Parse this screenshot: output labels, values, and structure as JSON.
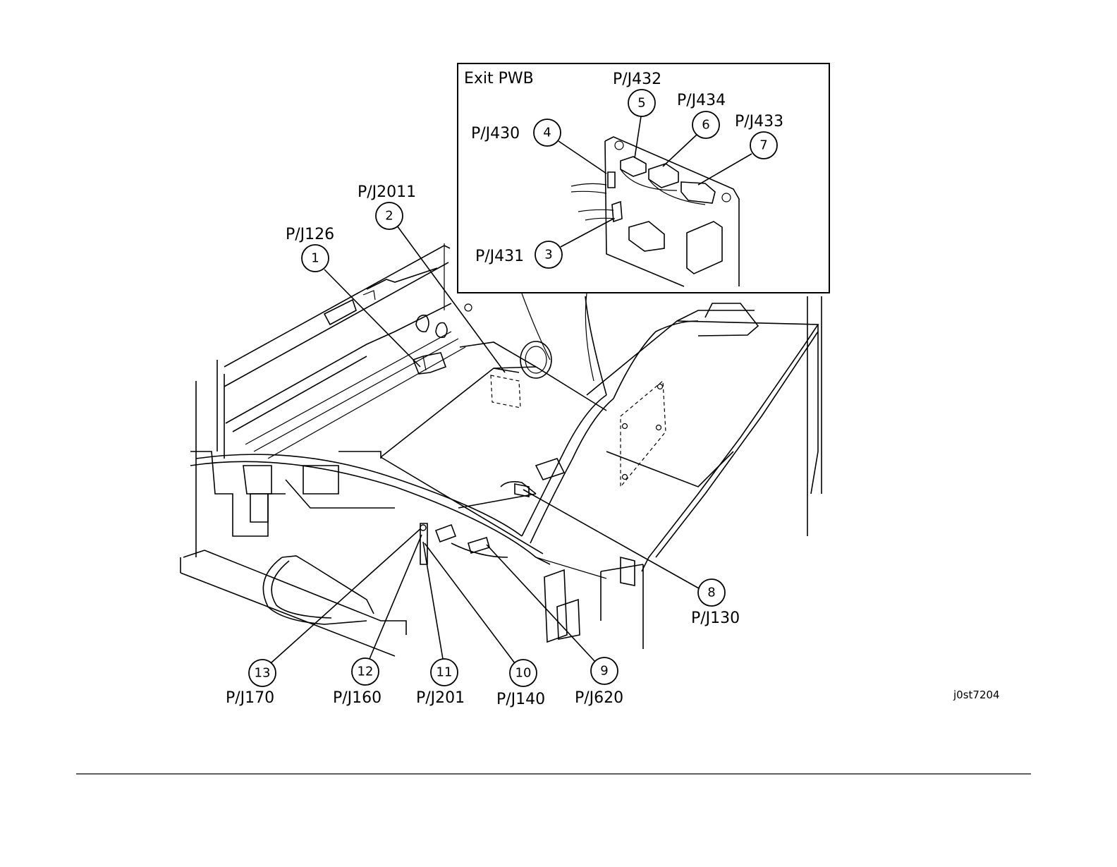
{
  "figure_id": "j0st7204",
  "inset": {
    "title": "Exit PWB"
  },
  "callouts": [
    {
      "number": "1",
      "connector": "P/J126"
    },
    {
      "number": "2",
      "connector": "P/J2011"
    },
    {
      "number": "3",
      "connector": "P/J431"
    },
    {
      "number": "4",
      "connector": "P/J430"
    },
    {
      "number": "5",
      "connector": "P/J432"
    },
    {
      "number": "6",
      "connector": "P/J434"
    },
    {
      "number": "7",
      "connector": "P/J433"
    },
    {
      "number": "8",
      "connector": "P/J130"
    },
    {
      "number": "9",
      "connector": "P/J620"
    },
    {
      "number": "10",
      "connector": "P/J140"
    },
    {
      "number": "11",
      "connector": "P/J201"
    },
    {
      "number": "12",
      "connector": "P/J160"
    },
    {
      "number": "13",
      "connector": "P/J170"
    }
  ]
}
